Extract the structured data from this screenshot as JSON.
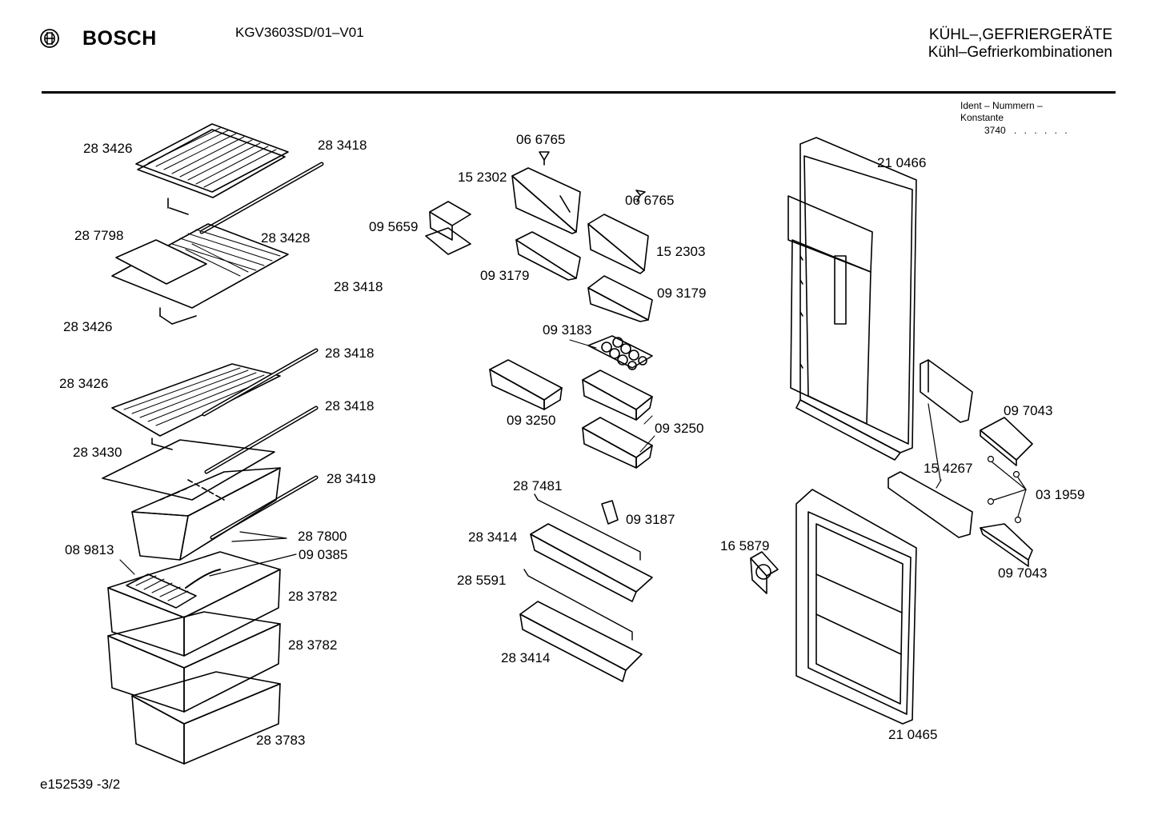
{
  "header": {
    "brand": "BOSCH",
    "model": "KGV3603SD/01–V01",
    "category_line1": "KÜHL–,GEFRIERGERÄTE",
    "category_line2": "Kühl–Gefrierkombinationen"
  },
  "ident": {
    "title": "Ident – Nummern –",
    "subtitle": "Konstante",
    "value": "3740",
    "dots": ". .  . . . ."
  },
  "footer": {
    "drawing_id": "e152539   -3/2"
  },
  "part_labels": [
    "28 3426",
    "28 3418",
    "28 7798",
    "28 3428",
    "28 3418",
    "28 3426",
    "28 3418",
    "28 3426",
    "28 3418",
    "28 3430",
    "28 3419",
    "28 7800",
    "09 0385",
    "08 9813",
    "28 3782",
    "28 3782",
    "28 3783",
    "06 6765",
    "15 2302",
    "06 6765",
    "09 5659",
    "15 2303",
    "09 3179",
    "09 3179",
    "09 3183",
    "09 3250",
    "09 3250",
    "28 7481",
    "09 3187",
    "28 3414",
    "28 5591",
    "28 3414",
    "21 0466",
    "09 7043",
    "15 4267",
    "03 1959",
    "16 5879",
    "09 7043",
    "21 0465"
  ]
}
